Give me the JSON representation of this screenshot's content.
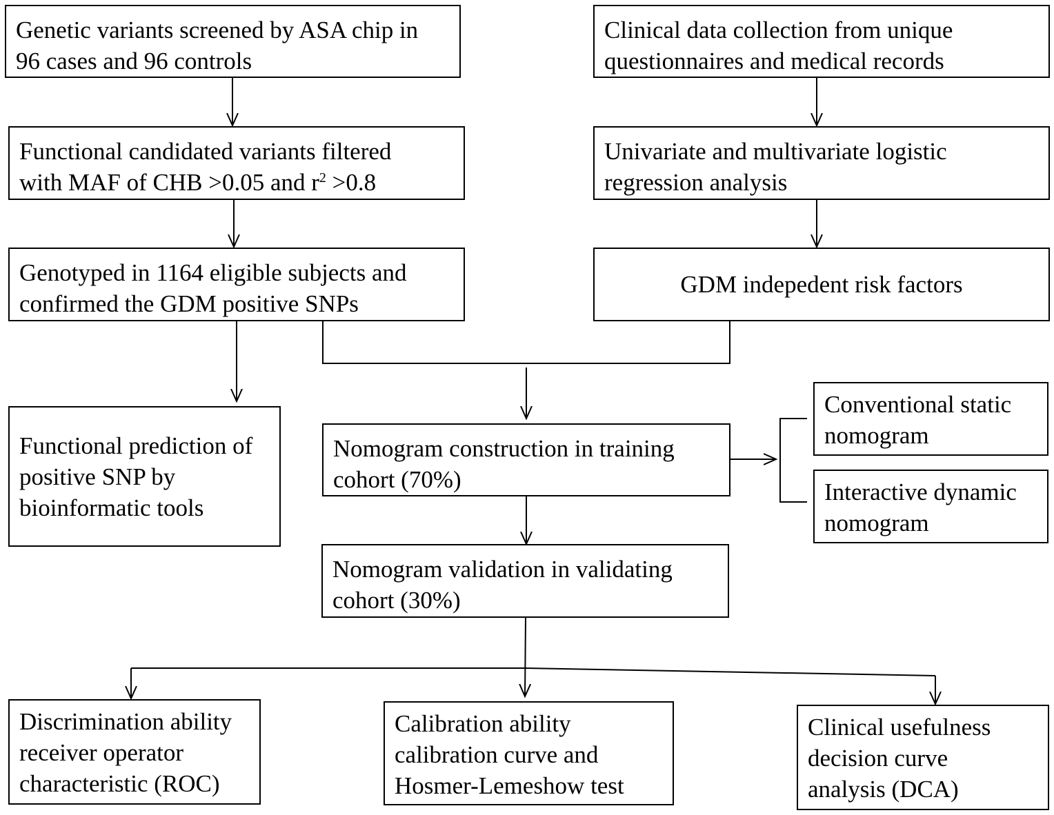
{
  "boxes": {
    "screening": {
      "lines": [
        "Genetic variants screened by ASA chip in",
        "96 cases and 96 controls"
      ]
    },
    "clinical": {
      "lines": [
        "Clinical data collection from unique",
        "questionnaires and medical records"
      ]
    },
    "filtered": {
      "line1": "Functional candidated variants filtered",
      "line2_pre": "with MAF of CHB >0.05 and r",
      "line2_sup": "2",
      "line2_post": " >0.8"
    },
    "regression": {
      "lines": [
        "Univariate and multivariate logistic",
        "regression analysis"
      ]
    },
    "genotyped": {
      "lines": [
        "Genotyped in 1164 eligible subjects and",
        "confirmed the GDM positive SNPs"
      ]
    },
    "risk_factors": {
      "lines": [
        "GDM indepedent risk factors"
      ]
    },
    "functional_prediction": {
      "lines": [
        "Functional prediction of",
        "positive SNP by",
        "bioinformatic tools"
      ]
    },
    "construction": {
      "lines": [
        "Nomogram construction in training",
        "cohort (70%)"
      ]
    },
    "static_nomogram": {
      "lines": [
        "Conventional static",
        "nomogram"
      ]
    },
    "dynamic_nomogram": {
      "lines": [
        "Interactive dynamic",
        "nomogram"
      ]
    },
    "validation": {
      "lines": [
        "Nomogram validation in validating",
        "cohort (30%)"
      ]
    },
    "discrimination": {
      "lines": [
        "Discrimination ability",
        "receiver operator",
        "characteristic (ROC)"
      ]
    },
    "calibration": {
      "lines": [
        "Calibration ability",
        "calibration curve and",
        "Hosmer-Lemeshow test"
      ]
    },
    "usefulness": {
      "lines": [
        "Clinical usefulness",
        "decision curve",
        "analysis (DCA)"
      ]
    }
  },
  "colors": {
    "stroke": "#000000",
    "background": "#ffffff",
    "text": "#000000"
  }
}
